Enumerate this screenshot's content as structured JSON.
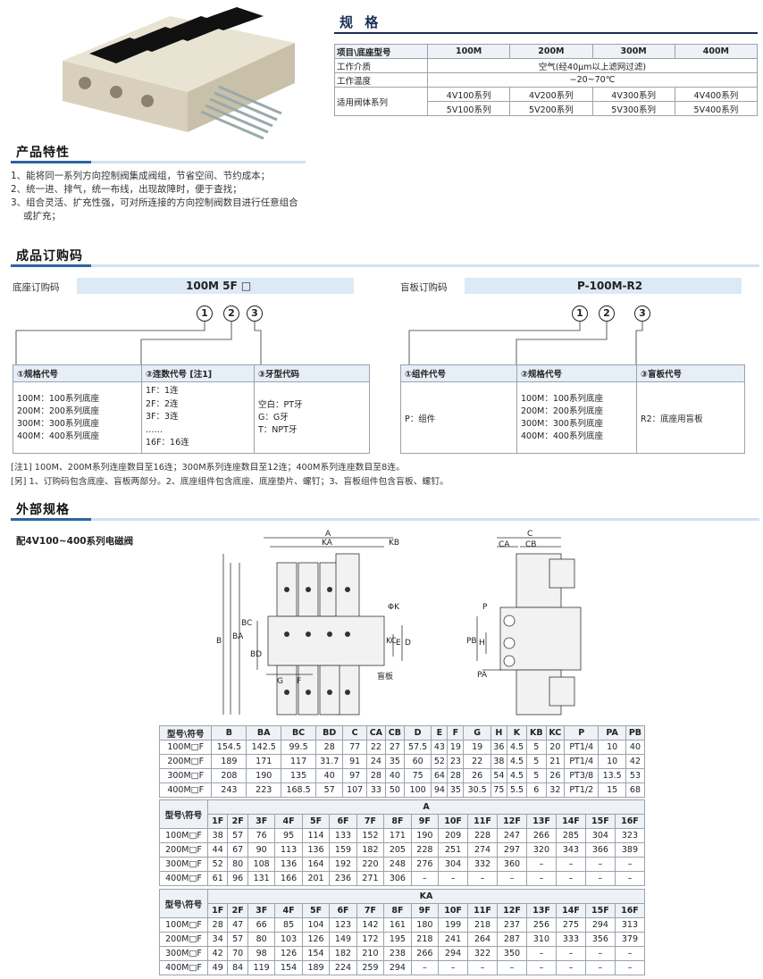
{
  "spec": {
    "title": "规 格",
    "header": [
      "项目\\底座型号",
      "100M",
      "200M",
      "300M",
      "400M"
    ],
    "medium_label": "工作介质",
    "medium": "空气(经40μm以上滤网过滤)",
    "temp_label": "工作温度",
    "temp": "−20~70℃",
    "valve_label": "适用阀体系列",
    "valves1": [
      "4V100系列",
      "4V200系列",
      "4V300系列",
      "4V400系列"
    ],
    "valves2": [
      "5V100系列",
      "5V200系列",
      "5V300系列",
      "5V400系列"
    ]
  },
  "features": {
    "title": "产品特性",
    "items": [
      "1、能将同一系列方向控制阀集成阀组，节省空间、节约成本；",
      "2、统一进、排气，统一布线，出现故障时，便于查找；",
      "3、组合灵活、扩充性强，可对所连接的方向控制阀数目进行任意组合或扩充；"
    ]
  },
  "order": {
    "title": "成品订购码",
    "base_label": "底座订购码",
    "base_code": "100M 5F □",
    "blank_label": "盲板订购码",
    "blank_code": "P-100M-R2",
    "circles": [
      "1",
      "2",
      "3"
    ],
    "base_headers": [
      "①规格代号",
      "②连数代号 [注1]",
      "③牙型代码"
    ],
    "base_col1": [
      "100M：100系列底座",
      "200M：200系列底座",
      "300M：300系列底座",
      "400M：400系列底座"
    ],
    "base_col2": [
      "1F：1连",
      "2F：2连",
      "3F：3连",
      "……",
      "16F：16连"
    ],
    "base_col3": [
      "空白：PT牙",
      "G：G牙",
      "T：NPT牙"
    ],
    "blank_headers": [
      "①组件代号",
      "②规格代号",
      "③盲板代号"
    ],
    "blank_col1": "P：组件",
    "blank_col2": [
      "100M：100系列底座",
      "200M：200系列底座",
      "300M：300系列底座",
      "400M：400系列底座"
    ],
    "blank_col3": "R2：底座用盲板",
    "note1": "[注1] 100M、200M系列连座数目至16连；300M系列连座数目至12连；400M系列连座数目至8连。",
    "note2": "[另] 1、订购码包含底座、盲板两部分。2、底座组件包含底座、底座垫片、螺钉；3、盲板组件包含盲板、螺钉。"
  },
  "ext": {
    "title": "外部规格",
    "subtitle": "配4V100~400系列电磁阀",
    "dim_labels": {
      "A": "A",
      "KA": "KA",
      "KB": "KB",
      "BC": "BC",
      "BA": "BA",
      "B": "B",
      "BD": "BD",
      "G": "G",
      "F": "F",
      "PK": "ΦK",
      "KC": "KC",
      "E": "E",
      "D": "D",
      "blank": "盲板",
      "C": "C",
      "CA": "CA",
      "CB": "CB",
      "P": "P",
      "PB": "PB",
      "H": "H",
      "PA": "PA"
    }
  },
  "table1": {
    "header": [
      "型号\\符号",
      "B",
      "BA",
      "BC",
      "BD",
      "C",
      "CA",
      "CB",
      "D",
      "E",
      "F",
      "G",
      "H",
      "K",
      "KB",
      "KC",
      "P",
      "PA",
      "PB"
    ],
    "rows": [
      [
        "100M□F",
        "154.5",
        "142.5",
        "99.5",
        "28",
        "77",
        "22",
        "27",
        "57.5",
        "43",
        "19",
        "19",
        "36",
        "4.5",
        "5",
        "20",
        "PT1/4",
        "10",
        "40"
      ],
      [
        "200M□F",
        "189",
        "171",
        "117",
        "31.7",
        "91",
        "24",
        "35",
        "60",
        "52",
        "23",
        "22",
        "38",
        "4.5",
        "5",
        "21",
        "PT1/4",
        "10",
        "42"
      ],
      [
        "300M□F",
        "208",
        "190",
        "135",
        "40",
        "97",
        "28",
        "40",
        "75",
        "64",
        "28",
        "26",
        "54",
        "4.5",
        "5",
        "26",
        "PT3/8",
        "13.5",
        "53"
      ],
      [
        "400M□F",
        "243",
        "223",
        "168.5",
        "57",
        "107",
        "33",
        "50",
        "100",
        "94",
        "35",
        "30.5",
        "75",
        "5.5",
        "6",
        "32",
        "PT1/2",
        "15",
        "68"
      ]
    ]
  },
  "table2": {
    "corner": "型号\\符号",
    "group": "A",
    "cols": [
      "1F",
      "2F",
      "3F",
      "4F",
      "5F",
      "6F",
      "7F",
      "8F",
      "9F",
      "10F",
      "11F",
      "12F",
      "13F",
      "14F",
      "15F",
      "16F"
    ],
    "rows": [
      [
        "100M□F",
        "38",
        "57",
        "76",
        "95",
        "114",
        "133",
        "152",
        "171",
        "190",
        "209",
        "228",
        "247",
        "266",
        "285",
        "304",
        "323"
      ],
      [
        "200M□F",
        "44",
        "67",
        "90",
        "113",
        "136",
        "159",
        "182",
        "205",
        "228",
        "251",
        "274",
        "297",
        "320",
        "343",
        "366",
        "389"
      ],
      [
        "300M□F",
        "52",
        "80",
        "108",
        "136",
        "164",
        "192",
        "220",
        "248",
        "276",
        "304",
        "332",
        "360",
        "–",
        "–",
        "–",
        "–"
      ],
      [
        "400M□F",
        "61",
        "96",
        "131",
        "166",
        "201",
        "236",
        "271",
        "306",
        "–",
        "–",
        "–",
        "–",
        "–",
        "–",
        "–",
        "–"
      ]
    ]
  },
  "table3": {
    "corner": "型号\\符号",
    "group": "KA",
    "cols": [
      "1F",
      "2F",
      "3F",
      "4F",
      "5F",
      "6F",
      "7F",
      "8F",
      "9F",
      "10F",
      "11F",
      "12F",
      "13F",
      "14F",
      "15F",
      "16F"
    ],
    "rows": [
      [
        "100M□F",
        "28",
        "47",
        "66",
        "85",
        "104",
        "123",
        "142",
        "161",
        "180",
        "199",
        "218",
        "237",
        "256",
        "275",
        "294",
        "313"
      ],
      [
        "200M□F",
        "34",
        "57",
        "80",
        "103",
        "126",
        "149",
        "172",
        "195",
        "218",
        "241",
        "264",
        "287",
        "310",
        "333",
        "356",
        "379"
      ],
      [
        "300M□F",
        "42",
        "70",
        "98",
        "126",
        "154",
        "182",
        "210",
        "238",
        "266",
        "294",
        "322",
        "350",
        "–",
        "–",
        "–",
        "–"
      ],
      [
        "400M□F",
        "49",
        "84",
        "119",
        "154",
        "189",
        "224",
        "259",
        "294",
        "–",
        "–",
        "–",
        "–",
        "–",
        "–",
        "–",
        "–"
      ]
    ]
  }
}
